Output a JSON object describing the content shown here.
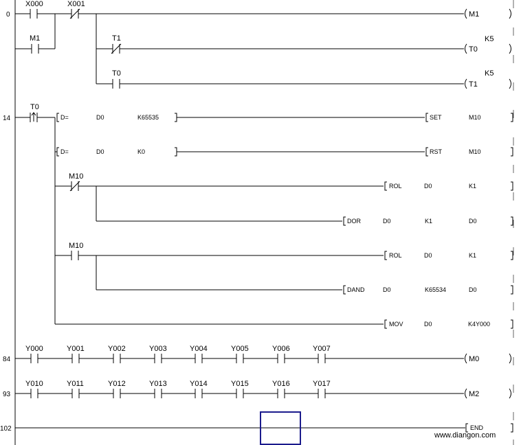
{
  "diagram": {
    "title": "",
    "step_numbers": [
      "0",
      "14",
      "84",
      "93",
      "102"
    ],
    "rung0": {
      "contacts": [
        "X000",
        "X001",
        "M1"
      ],
      "outputs": [
        "M1",
        "T0",
        "T1"
      ],
      "output_params": [
        "K5",
        "K5"
      ],
      "timer_contacts": [
        "T1",
        "T0"
      ]
    },
    "rung14": {
      "pulse_contact": "T0",
      "cmp1": {
        "op": "D=",
        "a": "D0",
        "b": "K65535",
        "instr": "SET",
        "target": "M10"
      },
      "cmp2": {
        "op": "D=",
        "a": "D0",
        "b": "K0",
        "instr": "RST",
        "target": "M10"
      },
      "m10_nc": "M10",
      "m10_no": "M10",
      "rol1": {
        "instr": "ROL",
        "a": "D0",
        "b": "K1"
      },
      "dor": {
        "instr": "DOR",
        "a": "D0",
        "b": "K1",
        "c": "D0"
      },
      "rol2": {
        "instr": "ROL",
        "a": "D0",
        "b": "K1"
      },
      "dand": {
        "instr": "DAND",
        "a": "D0",
        "b": "K65534",
        "c": "D0"
      },
      "mov": {
        "instr": "MOV",
        "a": "D0",
        "b": "K4Y000"
      }
    },
    "rung84": {
      "contacts": [
        "Y000",
        "Y001",
        "Y002",
        "Y003",
        "Y004",
        "Y005",
        "Y006",
        "Y007"
      ],
      "output": "M0"
    },
    "rung93": {
      "contacts": [
        "Y010",
        "Y011",
        "Y012",
        "Y013",
        "Y014",
        "Y015",
        "Y016",
        "Y017"
      ],
      "output": "M2"
    },
    "rung102": {
      "output": "END"
    },
    "watermark": "www.diangon.com"
  }
}
